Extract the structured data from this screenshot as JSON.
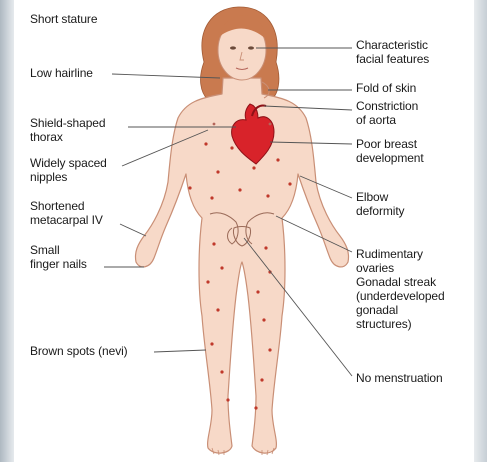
{
  "labels": {
    "short_stature": "Short stature",
    "low_hairline": "Low hairline",
    "shield_thorax": "Shield-shaped\nthorax",
    "widely_spaced_nipples": "Widely spaced\nnipples",
    "shortened_metacarpal": "Shortened\nmetacarpal IV",
    "small_finger_nails": "Small\nfinger nails",
    "brown_spots": "Brown spots (nevi)",
    "facial_features": "Characteristic\nfacial features",
    "fold_of_skin": "Fold of skin",
    "constriction_aorta": "Constriction\nof aorta",
    "poor_breast": "Poor breast\ndevelopment",
    "elbow_deformity": "Elbow\ndeformity",
    "rudimentary_ovaries": "Rudimentary\novaries\nGonadal streak\n(underdeveloped\ngonadal\nstructures)",
    "no_menstruation": "No menstruation"
  },
  "colors": {
    "skin": "#f7d9c8",
    "skin_outline": "#c98f76",
    "hair": "#c97a4f",
    "heart": "#d8232a",
    "spots": "#c0392b",
    "leader_line": "#555555"
  }
}
